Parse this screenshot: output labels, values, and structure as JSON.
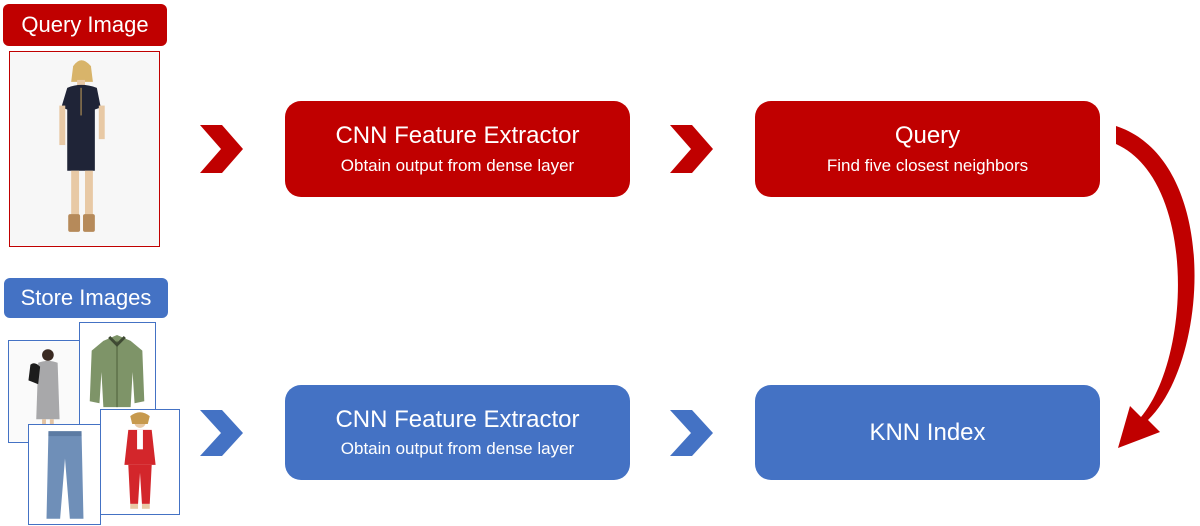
{
  "query_section": {
    "label": "Query Image",
    "color": "#c00000"
  },
  "store_section": {
    "label": "Store Images",
    "color": "#4472c4"
  },
  "top_row": {
    "extractor": {
      "title": "CNN Feature Extractor",
      "subtitle": "Obtain output from dense layer"
    },
    "query": {
      "title": "Query",
      "subtitle": "Find five closest neighbors"
    }
  },
  "bottom_row": {
    "extractor": {
      "title": "CNN Feature Extractor",
      "subtitle": "Obtain output from dense layer"
    },
    "index": {
      "title": "KNN Index"
    }
  }
}
